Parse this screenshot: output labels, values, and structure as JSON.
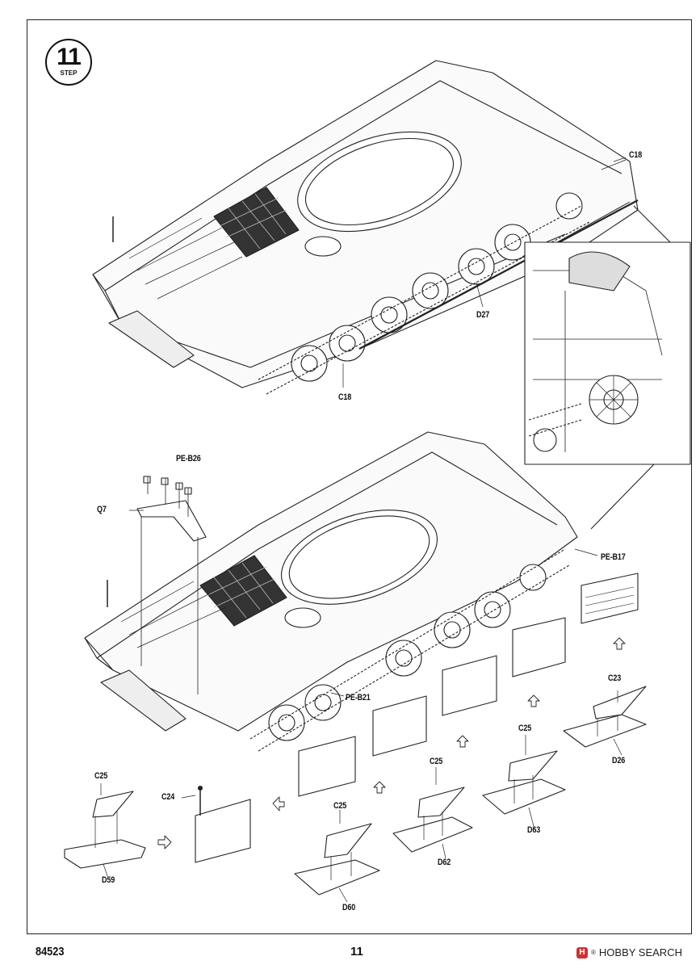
{
  "step": {
    "number": "11",
    "word": "STEP"
  },
  "labels": {
    "c18_top": "C18",
    "c18_bottom": "C18",
    "d27": "D27",
    "pe_b26": "PE-B26",
    "q7": "Q7",
    "pe_b17": "PE-B17",
    "pe_b21": "PE-B21",
    "c23": "C23",
    "d26": "D26",
    "c25_a": "C25",
    "c25_b": "C25",
    "c25_c": "C25",
    "c25_d": "C25",
    "c24": "C24",
    "d59": "D59",
    "d60": "D60",
    "d62": "D62",
    "d63": "D63"
  },
  "footer": {
    "product_code": "84523",
    "page_number": "11"
  },
  "watermark": {
    "brand": "HOBBY SEARCH",
    "logo_letter": "H",
    "reg": "®"
  }
}
